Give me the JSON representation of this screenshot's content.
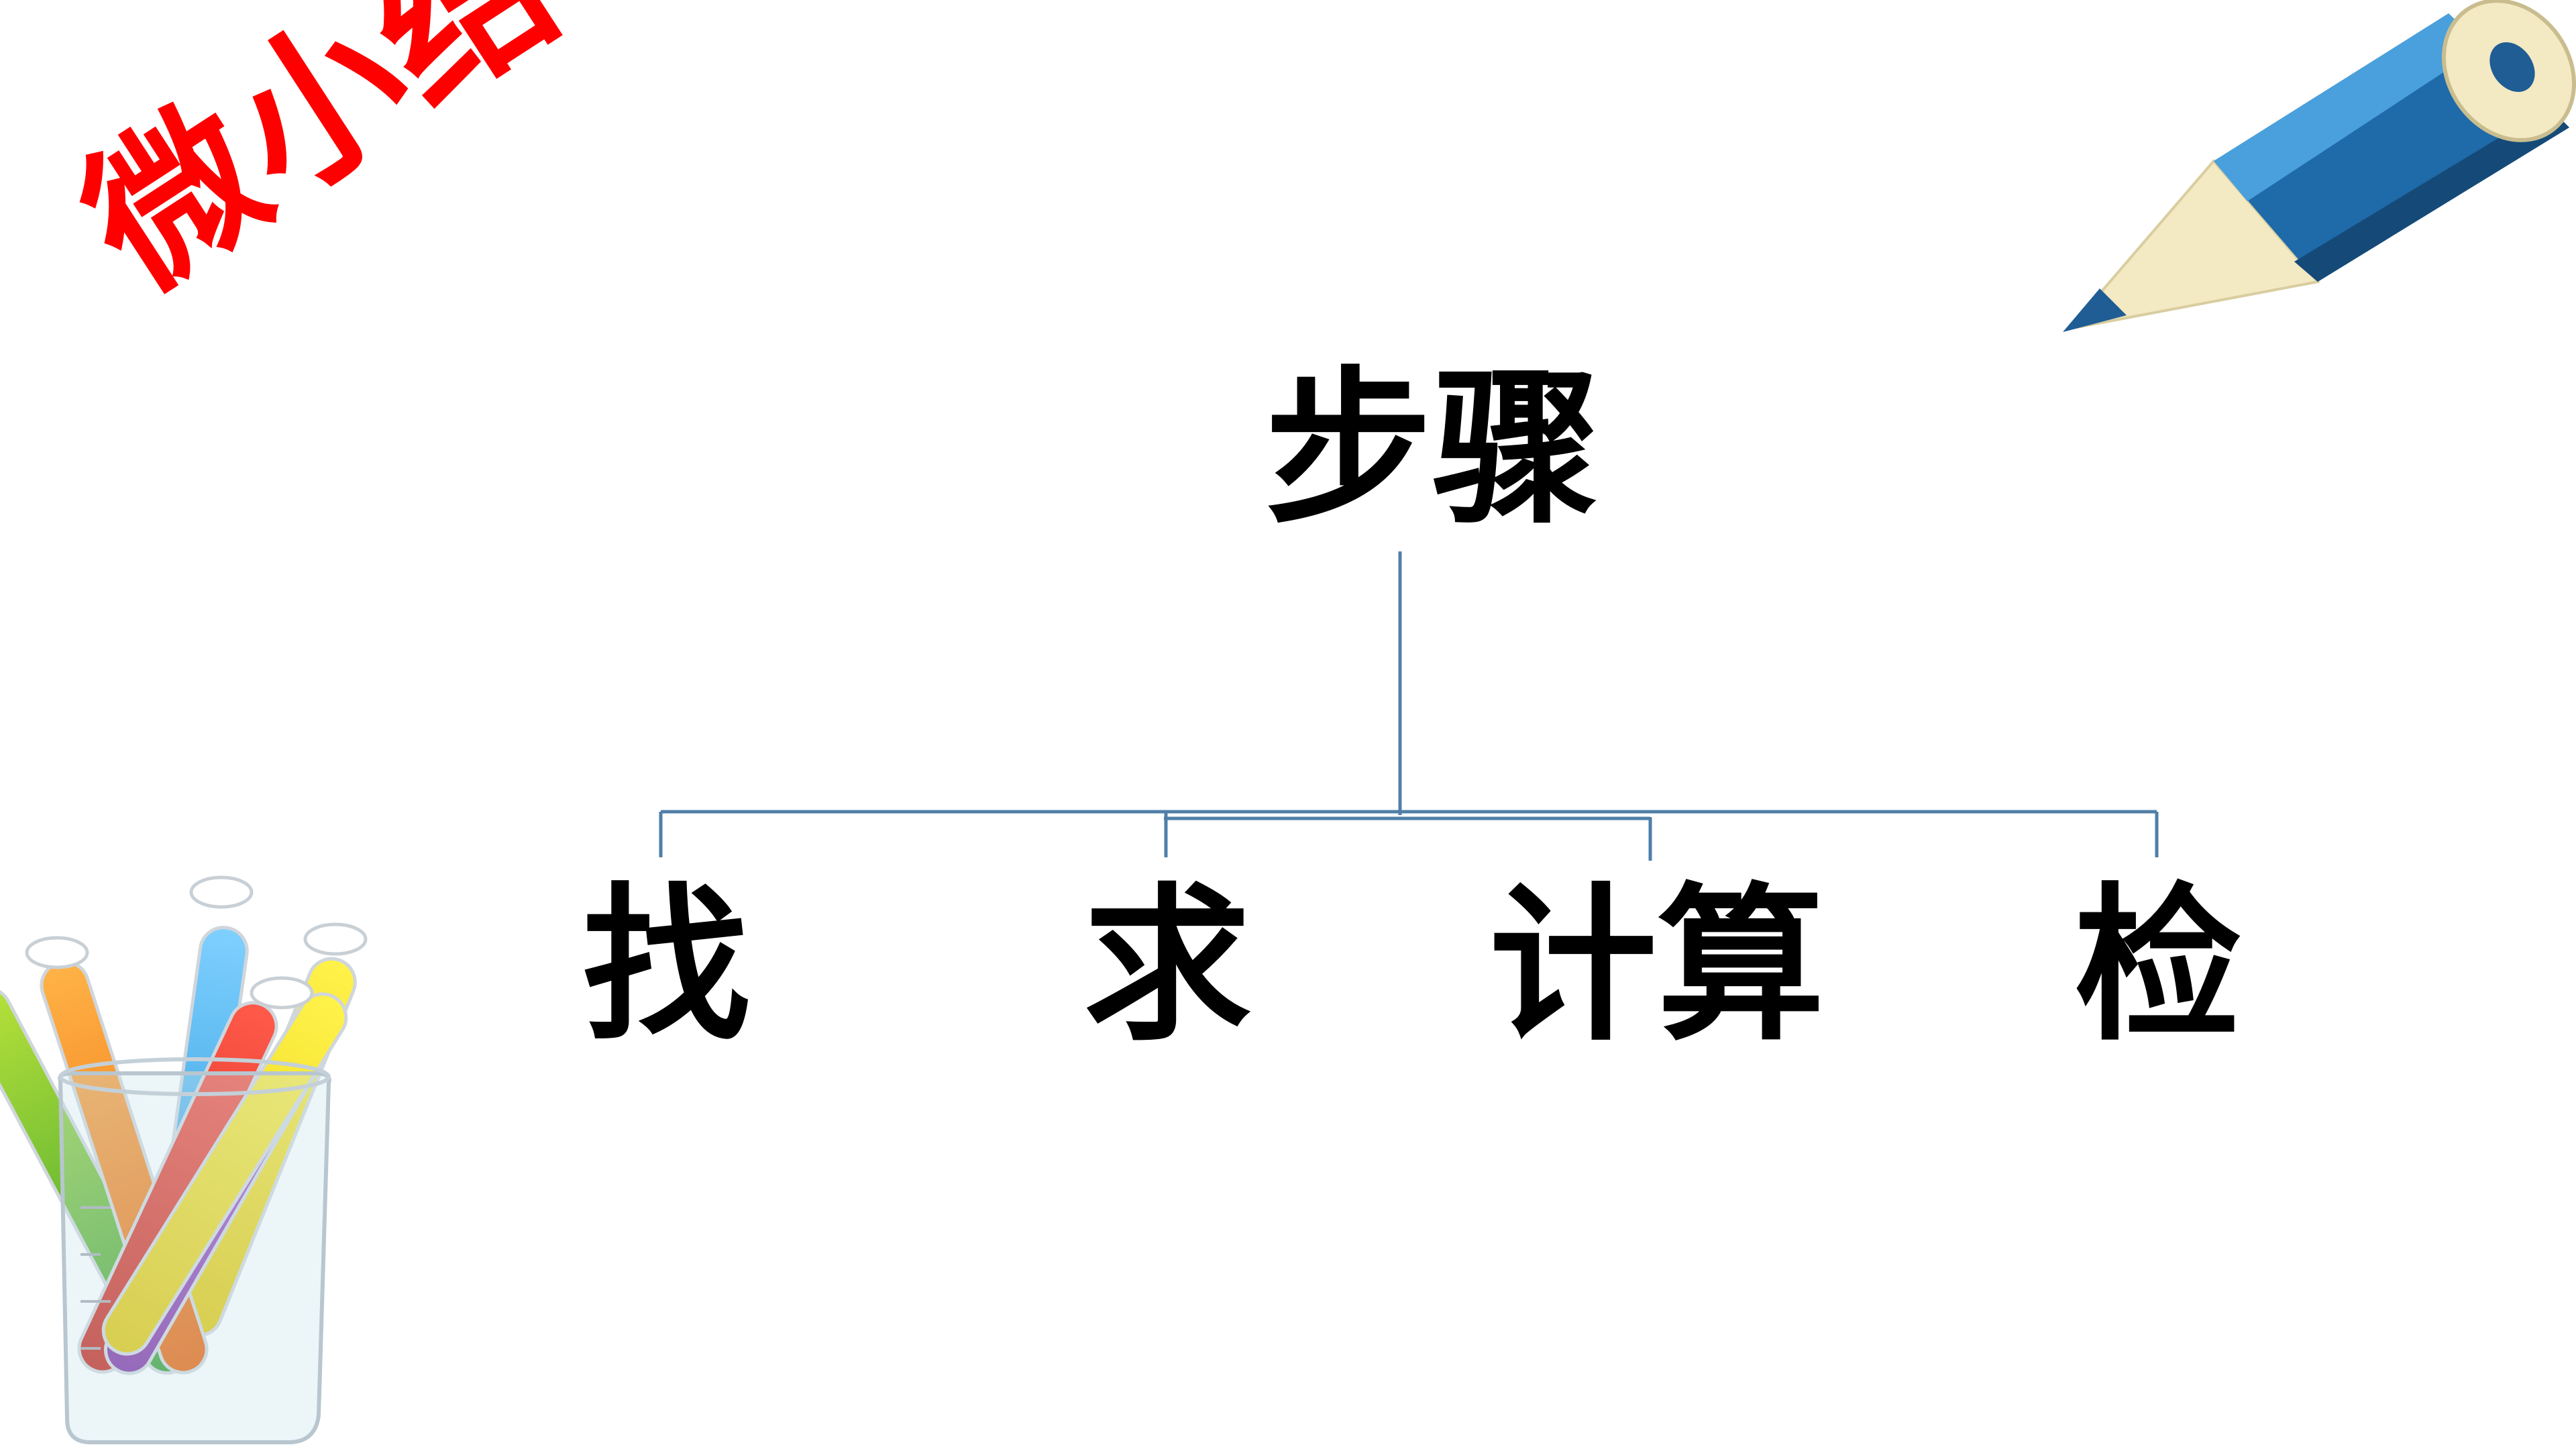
{
  "badge": {
    "text": "微小结"
  },
  "tree": {
    "root": "步骤",
    "children": [
      "找",
      "求",
      "计算",
      "检"
    ]
  },
  "colors": {
    "badge": "#ff0000",
    "connector": "#4f7fa8",
    "text": "#000000"
  },
  "icons": [
    "pencil-icon",
    "test-tubes-beaker-icon"
  ]
}
